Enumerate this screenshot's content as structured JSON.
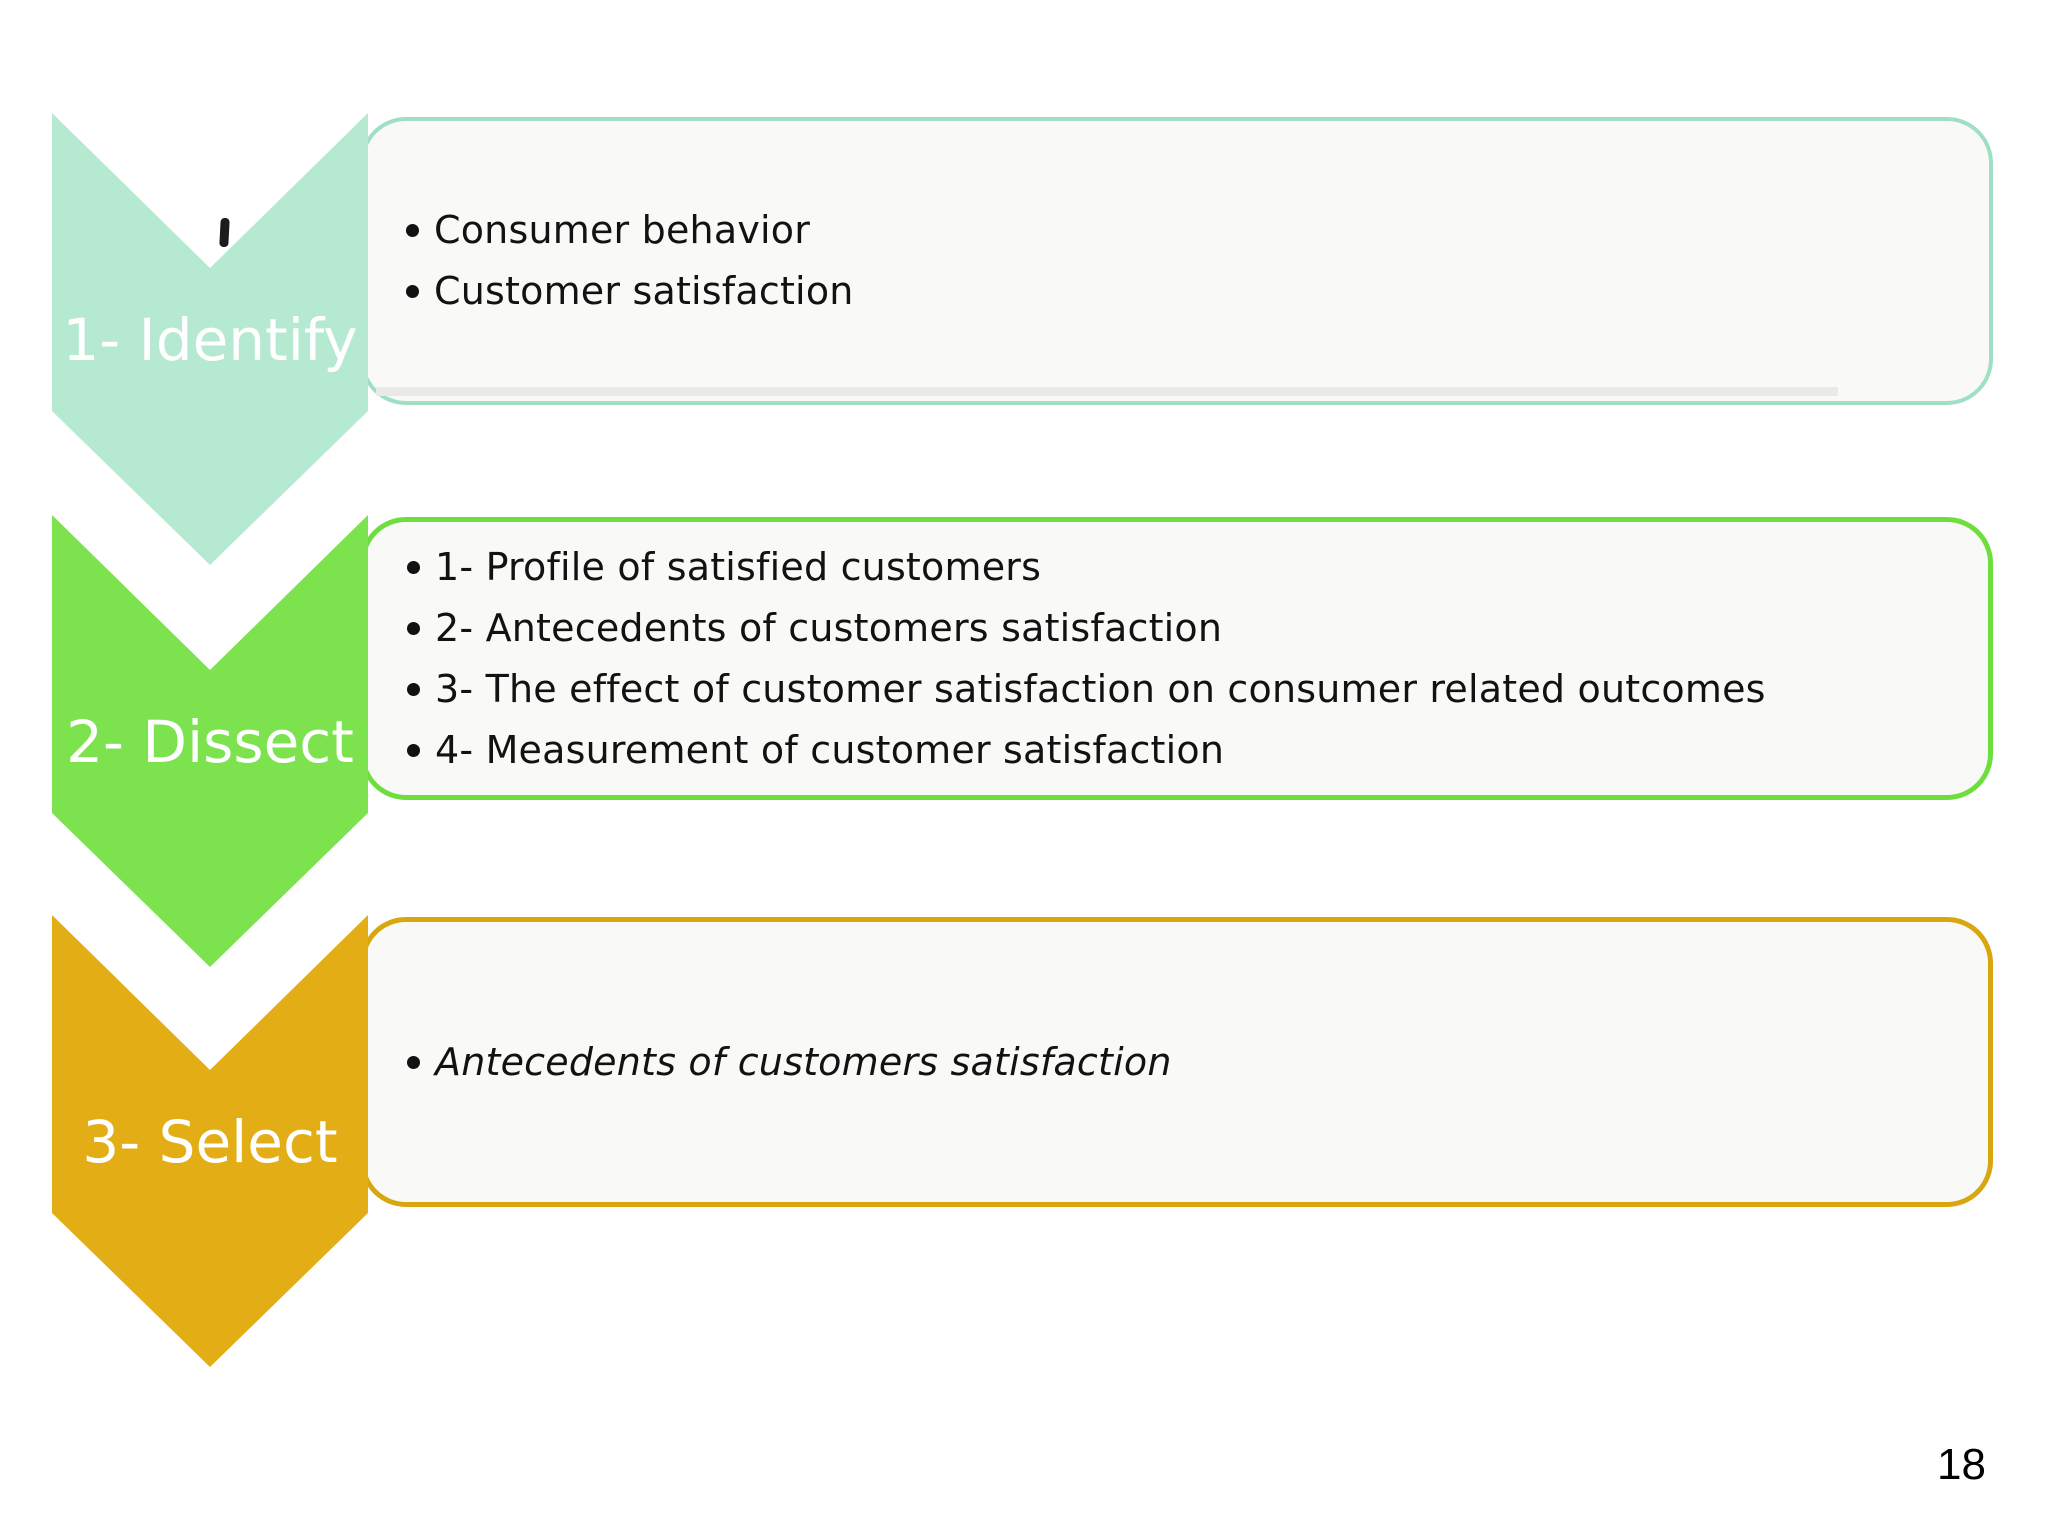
{
  "page": {
    "number": "18",
    "background_color": "#ffffff",
    "box_fill_color": "#f9f9f7",
    "body_text_color": "#121212",
    "label_text_color": "#ffffff"
  },
  "steps": [
    {
      "label": "1- Identify",
      "chevron_color": "#b6e9d2",
      "box_border_color": "#9fdfc4",
      "stray_mark": "'",
      "bullets": [
        "Consumer behavior",
        "Customer satisfaction"
      ]
    },
    {
      "label": "2- Dissect",
      "chevron_color": "#7ce24d",
      "box_border_color": "#6edd3e",
      "bullets": [
        "1- Profile of satisfied customers",
        "2- Antecedents of customers satisfaction",
        "3- The effect of customer satisfaction on consumer related outcomes",
        "4- Measurement of customer satisfaction"
      ]
    },
    {
      "label": "3- Select",
      "chevron_color": "#e2ad15",
      "box_border_color": "#d8a60e",
      "bullets": [
        "Antecedents of customers satisfaction"
      ]
    }
  ]
}
